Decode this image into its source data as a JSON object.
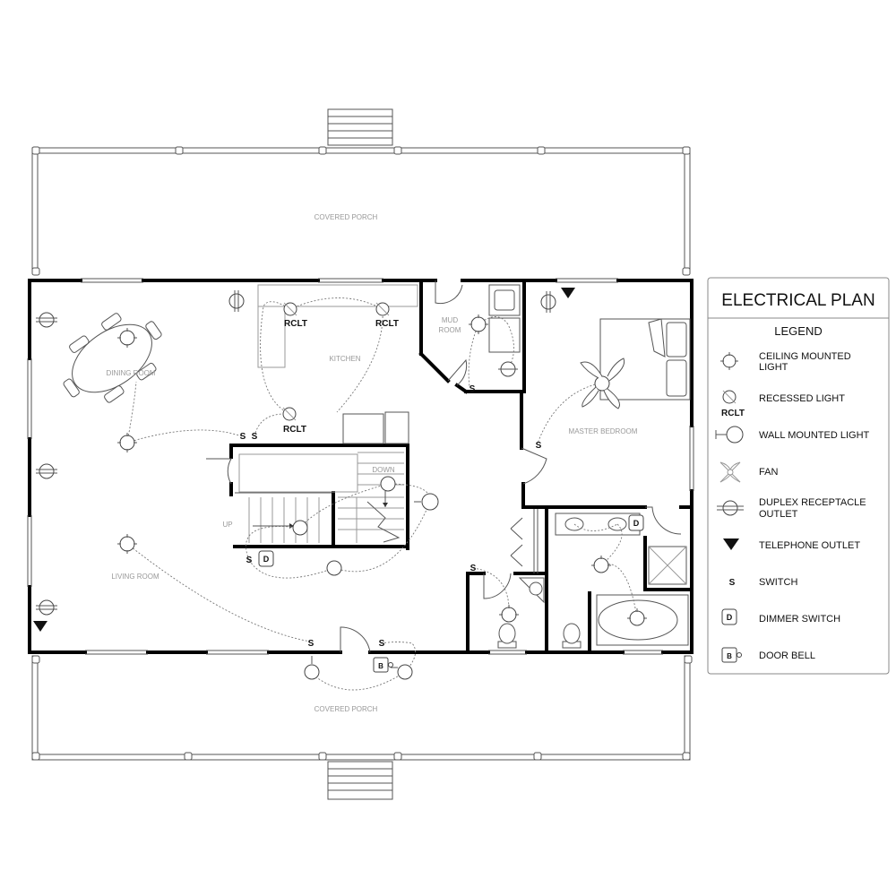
{
  "legend": {
    "title": "ELECTRICAL PLAN",
    "subtitle": "LEGEND",
    "items": [
      {
        "icon": "ceiling-light-icon",
        "label_lines": [
          "CEILING MOUNTED",
          "LIGHT"
        ]
      },
      {
        "icon": "recessed-light-icon",
        "icon_text": "RCLT",
        "label_lines": [
          "RECESSED LIGHT"
        ]
      },
      {
        "icon": "wall-light-icon",
        "label_lines": [
          "WALL MOUNTED LIGHT"
        ]
      },
      {
        "icon": "fan-icon",
        "label_lines": [
          "FAN"
        ]
      },
      {
        "icon": "duplex-receptacle-icon",
        "label_lines": [
          "DUPLEX RECEPTACLE",
          "OUTLET"
        ]
      },
      {
        "icon": "telephone-outlet-icon",
        "label_lines": [
          "TELEPHONE OUTLET"
        ]
      },
      {
        "icon": "switch-icon",
        "icon_text": "S",
        "label_lines": [
          "SWITCH"
        ]
      },
      {
        "icon": "dimmer-switch-icon",
        "icon_text": "D",
        "label_lines": [
          "DIMMER SWITCH"
        ]
      },
      {
        "icon": "door-bell-icon",
        "icon_text": "B",
        "label_lines": [
          "DOOR BELL"
        ]
      }
    ]
  },
  "rooms": {
    "porch_top": "COVERED PORCH",
    "porch_bottom": "COVERED PORCH",
    "dining": "DINING ROOM",
    "kitchen": "KITCHEN",
    "mud_line1": "MUD",
    "mud_line2": "ROOM",
    "master": "MASTER BEDROOM",
    "living": "LIVING ROOM",
    "stair_up": "UP",
    "stair_down": "DOWN"
  },
  "labels": {
    "rclt": "RCLT",
    "switch": "S",
    "dimmer": "D",
    "bell": "B"
  },
  "colors": {
    "wall": "#000000",
    "fixture": "#444444",
    "wiring": "#777777",
    "room_text": "#999999"
  }
}
